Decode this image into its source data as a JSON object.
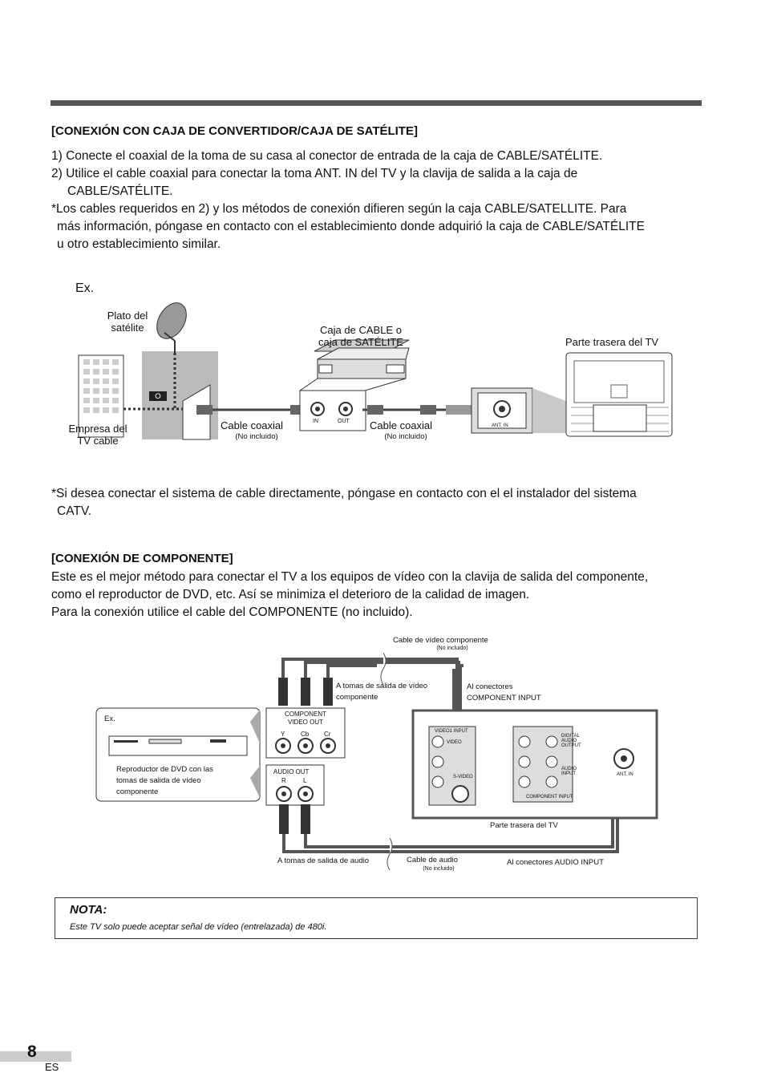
{
  "section1": {
    "heading": "[CONEXIÓN CON CAJA DE CONVERTIDOR/CAJA DE SATÉLITE]",
    "lines": [
      "1) Conecte el coaxial de la toma de su casa al conector de entrada de la caja de CABLE/SATÉLITE.",
      "2) Utilice el cable coaxial para conectar la toma ANT. IN del TV y la clavija de salida a la caja de",
      "CABLE/SATÉLITE.",
      "*Los cables requeridos en 2) y los métodos de conexión difieren según la caja CABLE/SATELLITE. Para",
      "más información, póngase en contacto con el establecimiento donde adquirió la caja de CABLE/SATÉLITE",
      "u otro establecimiento similar."
    ]
  },
  "diagram1": {
    "ex": "Ex.",
    "dish_label_1": "Plato del",
    "dish_label_2": "satélite",
    "box_label_1": "Caja de CABLE o",
    "box_label_2": "caja de SATÉLITE",
    "tv_back": "Parte trasera del TV",
    "company_1": "Empresa del",
    "company_2": "TV cable",
    "o_label": "O",
    "cable1": "Cable coaxial",
    "cable1_note": "(No incluido)",
    "cable2": "Cable coaxial",
    "cable2_note": "(No incluido)",
    "in": "IN",
    "out": "OUT",
    "ant_in": "ANT. IN"
  },
  "catv_note": [
    "*Si desea conectar el sistema de cable directamente, póngase en contacto con el el instalador del sistema",
    "CATV."
  ],
  "section2": {
    "heading": "[CONEXIÓN DE COMPONENTE]",
    "lines": [
      "Este es el mejor método para conectar el TV a los equipos de vídeo con la clavija de salida del componente,",
      "como el reproductor de DVD, etc. Así se minimiza el deterioro de la calidad de imagen.",
      "Para la conexión utilice el cable del COMPONENTE (no incluido)."
    ]
  },
  "diagram2": {
    "video_cable": "Cable de vídeo componente",
    "video_cable_note": "(No incluido)",
    "to_outputs_1": "A tomas de salida de vídeo",
    "to_outputs_2": "componente",
    "to_inputs_1": "Al conectores",
    "to_inputs_2": "COMPONENT INPUT",
    "ex": "Ex.",
    "dvd_1": "Reproductor de DVD con las",
    "dvd_2": "tomas de salida de vídeo",
    "dvd_3": "componente",
    "comp_out_1": "COMPONENT",
    "comp_out_2": "VIDEO OUT",
    "y": "Y",
    "cb": "Cb",
    "cr": "Cr",
    "audio_out": "AUDIO OUT",
    "r": "R",
    "l": "L",
    "tv_back": "Parte trasera del TV",
    "audio_outputs": "A tomas de salida de audio",
    "audio_cable": "Cable de audio",
    "audio_cable_note": "(No incluido)",
    "audio_inputs": "Al conectores AUDIO INPUT",
    "video1_input": "VIDEO1 INPUT",
    "video": "VIDEO",
    "svideo": "S-VIDEO",
    "digital_1": "DIGITAL",
    "digital_2": "AUDIO",
    "digital_3": "OUTPUT",
    "audio_input_1": "AUDIO",
    "audio_input_2": "INPUT",
    "component_input": "COMPONENT INPUT",
    "ant_in": "ANT. IN"
  },
  "nota": {
    "title": "NOTA:",
    "text": "Este TV solo puede aceptar señal de vídeo (entrelazada) de 480i."
  },
  "footer": {
    "page": "8",
    "lang": "ES"
  }
}
